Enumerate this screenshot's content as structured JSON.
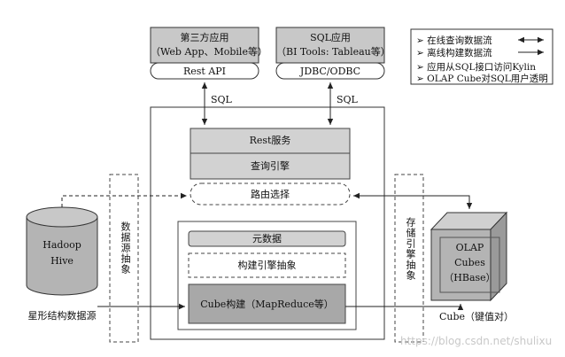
{
  "top_boxes": {
    "third_party": {
      "title": "第三方应用",
      "subtitle": "（Web App、Mobile等）",
      "api": "Rest API"
    },
    "sql_app": {
      "title": "SQL应用",
      "subtitle": "（BI Tools: Tableau等）",
      "api": "JDBC/ODBC"
    }
  },
  "arrows": {
    "sql_left": "SQL",
    "sql_right": "SQL"
  },
  "core": {
    "rest_service": "Rest服务",
    "query_engine": "查询引擎",
    "routing": "路由选择",
    "metadata": "元数据",
    "build_engine_abstraction": "构建引擎抽象",
    "cube_build": "Cube构建（MapReduce等）"
  },
  "left": {
    "data_source_abstraction": "数据源抽象",
    "hadoop": "Hadoop",
    "hive": "Hive",
    "star_schema": "星形结构数据源"
  },
  "right": {
    "storage_engine_abstraction": "存储引擎抽象",
    "olap": "OLAP",
    "cubes": "Cubes",
    "hbase": "（HBase）",
    "cube_kv": "Cube（键值对）"
  },
  "legend": {
    "online_flow": "在线查询数据流",
    "offline_flow": "离线构建数据流",
    "sql_access": "应用从SQL接口访问Kylin",
    "olap_transparent": "OLAP Cube对SQL用户透明"
  },
  "watermark": "https://blog.csdn.net/shulixu"
}
